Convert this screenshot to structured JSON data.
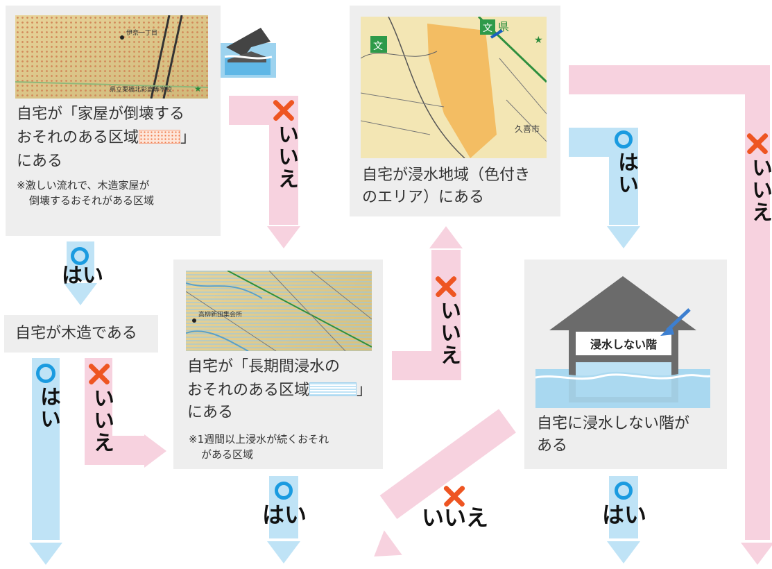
{
  "colors": {
    "yes_bar": "#bfe3f6",
    "no_bar": "#f7d2df",
    "circle": "#1a9be0",
    "cross": "#ee5522",
    "card_bg": "#eeeeee",
    "house": "#6b6b6b",
    "water": "#a8d8f0"
  },
  "cards": {
    "collapse": {
      "text_l1": "自宅が「家屋が倒壊する",
      "text_l2a": "おそれのある区域",
      "text_l2b": "」",
      "text_l3": "にある",
      "note_l1": "※激しい流れで、木造家屋が",
      "note_l2": "倒壊するおそれがある区域",
      "map_label_1": "伊奈一丁目",
      "map_label_2": "県立栗橋北彩高等学校"
    },
    "wooden": {
      "text": "自宅が木造である"
    },
    "long_flood": {
      "text_l1": "自宅が「長期間浸水の",
      "text_l2a": "おそれのある区域",
      "text_l2b": "」",
      "text_l3": "にある",
      "note_l1": "※1週間以上浸水が続くおそれ",
      "note_l2": "がある区域",
      "map_label": "高柳新田集会所"
    },
    "flood_area": {
      "text_l1": "自宅が浸水地域（色付き",
      "text_l2": "のエリア）にある",
      "map_label_1": "久喜市",
      "map_label_2": "県"
    },
    "floor": {
      "house_label": "浸水しない階",
      "text_l1": "自宅に浸水しない階が",
      "text_l2": "ある"
    }
  },
  "labels": {
    "yes": "はい",
    "no": "いいえ"
  }
}
